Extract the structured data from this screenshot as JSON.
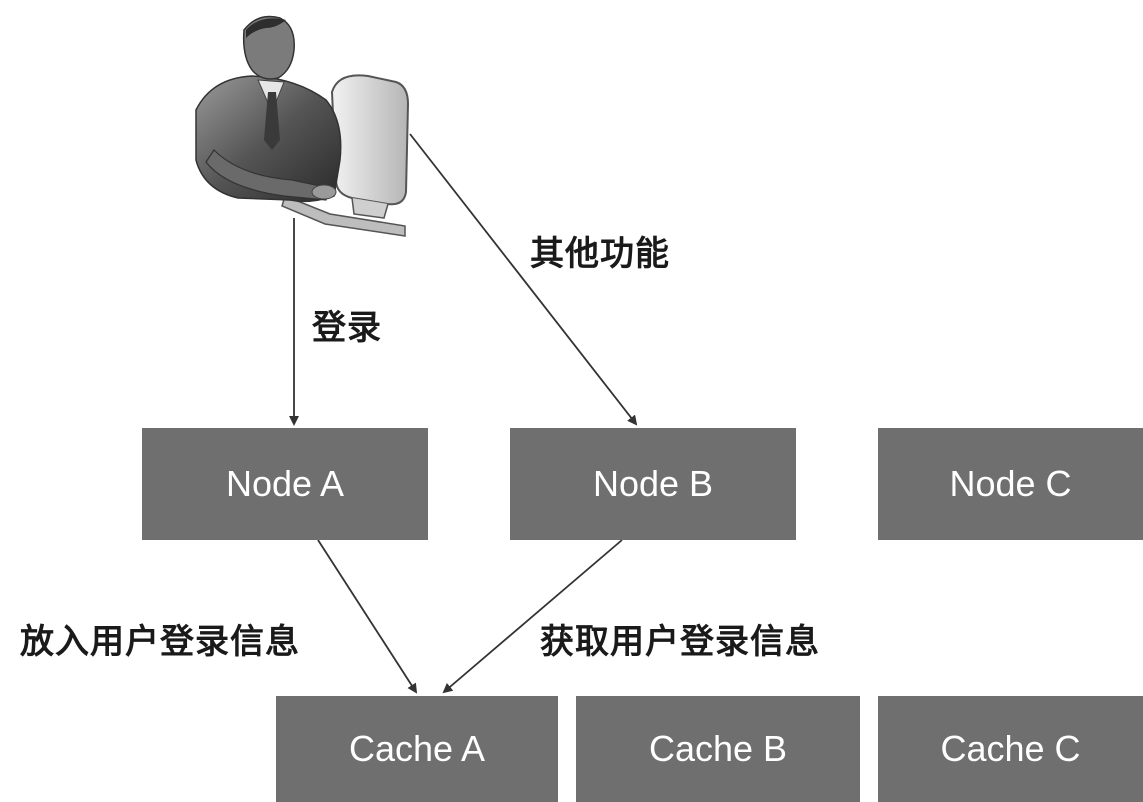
{
  "nodes": [
    {
      "id": "node-a",
      "label": "Node A"
    },
    {
      "id": "node-b",
      "label": "Node B"
    },
    {
      "id": "node-c",
      "label": "Node C"
    }
  ],
  "caches": [
    {
      "id": "cache-a",
      "label": "Cache A"
    },
    {
      "id": "cache-b",
      "label": "Cache B"
    },
    {
      "id": "cache-c",
      "label": "Cache C"
    }
  ],
  "edges": {
    "login": "登录",
    "other_functions": "其他功能",
    "put_login_info": "放入用户登录信息",
    "get_login_info": "获取用户登录信息"
  },
  "colors": {
    "box_fill": "#6f6f6f",
    "box_text": "#ffffff",
    "arrow": "#333333"
  },
  "icons": {
    "user": "user-at-computer-icon"
  }
}
